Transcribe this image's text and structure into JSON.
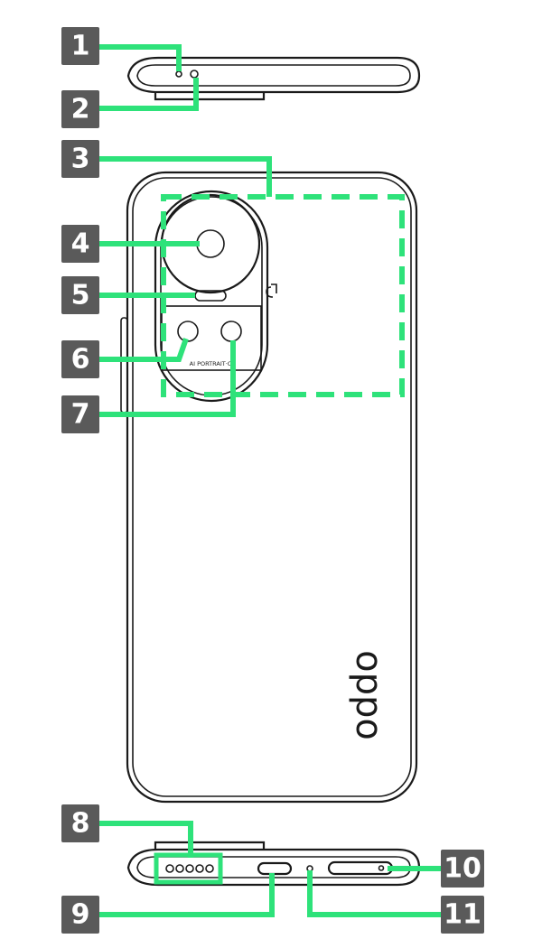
{
  "labels": {
    "l1": "1",
    "l2": "2",
    "l3": "3",
    "l4": "4",
    "l5": "5",
    "l6": "6",
    "l7": "7",
    "l8": "8",
    "l9": "9",
    "l10": "10",
    "l11": "11"
  },
  "device": {
    "camera_text": "AI PORTRAIT·C",
    "brand_logo": "oppo"
  },
  "colors": {
    "leader": "#2ee27a",
    "label_box": "#5a5a5a",
    "outline": "#1a1a1a"
  }
}
